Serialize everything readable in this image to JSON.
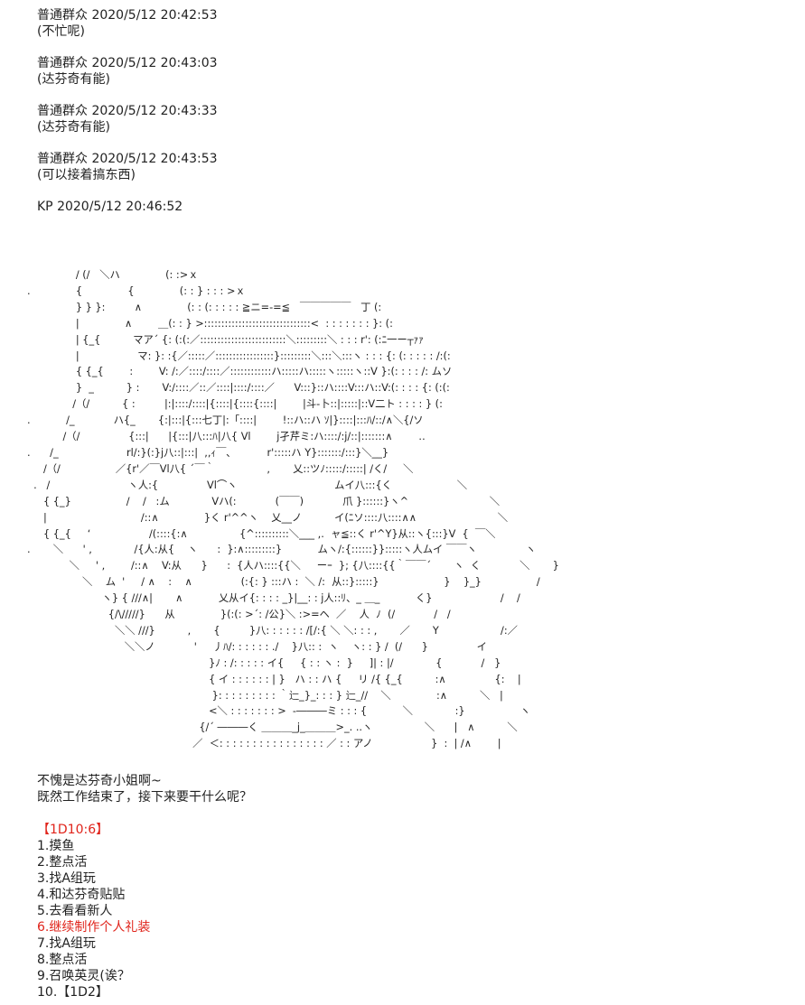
{
  "messages": [
    {
      "header": "普通群众 2020/5/12 20:42:53",
      "body": "(不忙呢)"
    },
    {
      "header": "普通群众 2020/5/12 20:43:03",
      "body": "(达芬奇有能)"
    },
    {
      "header": "普通群众 2020/5/12 20:43:33",
      "body": "(达芬奇有能)"
    },
    {
      "header": "普通群众 2020/5/12 20:43:53",
      "body": "(可以接着搞东西)"
    },
    {
      "header": "KP 2020/5/12 20:46:52",
      "body": ""
    }
  ],
  "ascii_art": "               / (/   ＼ハ              (: :>ｘ\n.              {              {              (: : } : : : >ｘ\n               } } }:         ∧              (: : (: : : : : ≧ニ=-=≦   ￣￣￣￣￣   丁 (:\n               |              ∧        ＿(: : } >:::::::::::::::::::::::::::::::<  : : : : : : : }: (:\n               | {_{          マア´ {: (:(:／:::::::::::::::::::::::::＼:::::::::＼ : : : r': (:ﾆ一ー┬ｧｧ\n               |                  マ: }: :{／:::::／:::::::::::::::::}:::::::::＼:::＼:::ヽ : : : {: (: : : : : /:(:\n               { {_{        :        V: /:／::::/::::／::::::::::::ハ:::::ハ:::::ヽ:::::ヽ::V }:(: : : : /: ムソ\n               }  _          } :       V:/::::／::／::::|::::/::::／      V:::}::ハ::::V:::ハ::V:(: : : : {: (:(:\n              /（/          { :         |:|::::/::::|{::::|{::::{::::|        |斗-卜::|:::::|::V二ト : : : : } (:\n.           /_            ハ{_       {:|:::|{:::七丁|:「::::|        !::ハ::ハ ｿ|}::::|:::ﾊ/::/∧＼{/ソ\n           /（/               {:::|      |{:::|八:::ﾊ|八{ Vl        j孑芹ミ:ハ::::/:j/::|:::::::∧        ‥\n.      /_                     rl/:}(:}j八::|:::|  ,,ｨ￣､           r':::::ハ Y}:::::::/:::}＼__}\n     /（/                 ／{r'／￣Vl八{ ´￣｀                ,       乂::ツﾉ:::::/:::::| /く/     ＼\n  .   /                        ヽ人:{               Vl⌒ヽ                              ムイ八:::{く                    ＼\n     { {_}                 /    /   :ム             Vハ(:            (￣￣)            爪 }::::::}ヽ^                         ＼\n     |                             /::∧              }く r'^^ヽ    乂__ノ          イ(ﾆソ::::八::::∧∧                         ＼\n     { {_{     ‘                  /(::::{:∧                {^::::::::::＼___ ,.  ャ≦::く r'^Y}从::ヽ{:::}V  {  ￣＼\n.       ＼      ' ,             /{人:从{    ヽ      :  }:∧:::::::::}           ムヽ/:{::::::}}:::::ヽ人ムイ ￣￣ヽ               ヽ\n             ＼     ' ,        /::∧    V:从      }      :  {人ハ::::{{＼     ーｰ  }; {八::::{{｀￣￣´       ヽ  く            ＼       }\n                 ＼    ム  '     / ∧    :    ∧               (:{: } :::ハ :  ＼ /:  从::}:::::}                    }    }_}                 /\n                       ヽ} { ///∧|       ∧           乂从イ{: : : : _}|__: : j人::ﾘ、_ ＿_           く}                     /    /\n                         {/\\/////}      从              }(:(: >´: /公}＼ :>=ヘ  ／    人  ﾉ  (/            /   /\n                           ＼＼ ///}          ,       {         }八: : : : : : /[/:{ ＼ ＼: : : ,       ／       Y                   /:／\n                              ＼＼ノ            '     丿ﾊ/: : : : : : ./    }八:: :  ヽ    ヽ: : } /  (/      }               イ\n                                                        }ﾉ : /: : : : : イ{     { : : ヽ :  }     ]| : |/             {            /   }\n                                                        { イ : : : : : : | }   ハ : : ハ {     リ /{ {_{          :∧               {:    |\n                                                         }: : : : : : : : : ｀辷_}_: : : } 辷_//    ＼              :∧          ＼   |\n                                                        <＼ : : : : : : : >  -―――ミ : : : {           ＼             :}                 ヽ\n                                                     {/´ ―――く ＿＿＿_j_＿＿＿>_. ..ヽ                ＼      |   ∧          ＼\n                                                   ／  ＜: : : : : : : : : : : : : : : : ／ : : アノ                  }  :  | /∧        |",
  "after": {
    "line1": "不愧是达芬奇小姐啊~",
    "line2": "既然工作结束了，接下来要干什么呢？",
    "dice": "【1D10:6】",
    "options": [
      {
        "text": "1.摸鱼",
        "highlight": false
      },
      {
        "text": "2.整点活",
        "highlight": false
      },
      {
        "text": "3.找A组玩",
        "highlight": false
      },
      {
        "text": "4.和达芬奇贴贴",
        "highlight": false
      },
      {
        "text": "5.去看看新人",
        "highlight": false
      },
      {
        "text": "6.继续制作个人礼装",
        "highlight": true
      },
      {
        "text": "7.找A组玩",
        "highlight": false
      },
      {
        "text": "8.整点活",
        "highlight": false
      },
      {
        "text": "9.召唤英灵(诶？",
        "highlight": false
      },
      {
        "text": "10.【1D2】",
        "highlight": false
      }
    ]
  },
  "colors": {
    "text": "#222222",
    "highlight": "#e0241b",
    "background": "#ffffff"
  }
}
